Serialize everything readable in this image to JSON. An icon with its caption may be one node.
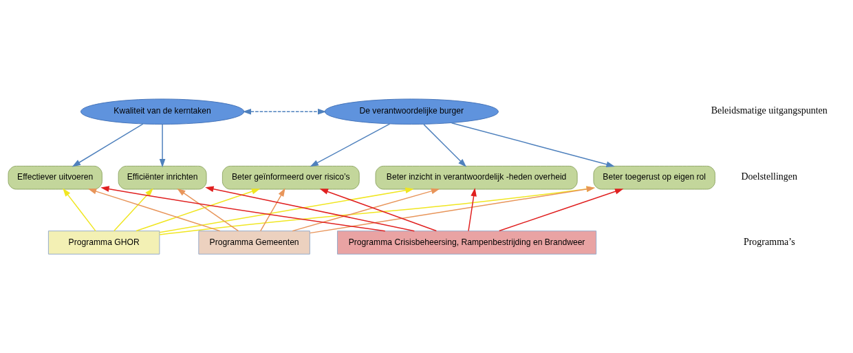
{
  "diagram": {
    "nodes": [
      {
        "text": [
          "Kwaliteit van de kerntaken"
        ]
      },
      {
        "text": [
          "De verantwoordelijke burger"
        ]
      },
      {
        "text": [
          "Effectiever uitvoeren"
        ]
      },
      {
        "text": [
          "Efficiënter inrichten"
        ]
      },
      {
        "text": [
          "Beter geïnformeerd over risico’s"
        ]
      },
      {
        "text": [
          "Beter inzicht in verantwoordelijk -heden overheid"
        ]
      },
      {
        "text": [
          "Beter toegerust op eigen rol"
        ]
      },
      {
        "text": [
          "Programma GHOR"
        ]
      },
      {
        "text": [
          "Programma Gemeenten"
        ]
      },
      {
        "text": [
          "Programma Crisisbeheersing, Rampenbestrijding en Brandweer"
        ]
      }
    ],
    "edges": [
      {
        "from": 0,
        "to": 1,
        "arrow": "both",
        "style": "dashed"
      },
      {
        "from": 0,
        "to": 2,
        "arrow": "to"
      },
      {
        "from": 0,
        "to": 3,
        "arrow": "to"
      },
      {
        "from": 1,
        "to": 4,
        "arrow": "to"
      },
      {
        "from": 1,
        "to": 5,
        "arrow": "to"
      },
      {
        "from": 1,
        "to": 6,
        "arrow": "to"
      },
      {
        "from": 7,
        "to": 2,
        "arrow": "to",
        "color": "#f0e621"
      },
      {
        "from": 7,
        "to": 3,
        "arrow": "to",
        "color": "#f0e621"
      },
      {
        "from": 7,
        "to": 4,
        "arrow": "to",
        "color": "#f0e621"
      },
      {
        "from": 7,
        "to": 5,
        "arrow": "to",
        "color": "#f0e621"
      },
      {
        "from": 7,
        "to": 6,
        "arrow": "to",
        "color": "#f0e621"
      },
      {
        "from": 8,
        "to": 2,
        "arrow": "to",
        "color": "#e8955a"
      },
      {
        "from": 8,
        "to": 3,
        "arrow": "to",
        "color": "#e8955a"
      },
      {
        "from": 8,
        "to": 4,
        "arrow": "to",
        "color": "#e8955a"
      },
      {
        "from": 8,
        "to": 5,
        "arrow": "to",
        "color": "#e8955a"
      },
      {
        "from": 8,
        "to": 6,
        "arrow": "to",
        "color": "#e8955a"
      },
      {
        "from": 9,
        "to": 2,
        "arrow": "to",
        "color": "#e02020"
      },
      {
        "from": 9,
        "to": 3,
        "arrow": "to",
        "color": "#e02020"
      },
      {
        "from": 9,
        "to": 4,
        "arrow": "to",
        "color": "#e02020"
      },
      {
        "from": 9,
        "to": 5,
        "arrow": "to",
        "color": "#e02020"
      },
      {
        "from": 9,
        "to": 6,
        "arrow": "to",
        "color": "#e02020"
      }
    ],
    "labels": [
      "Beleidsmatige uitgangspunten",
      "Doelstellingen",
      "Programma’s"
    ]
  }
}
